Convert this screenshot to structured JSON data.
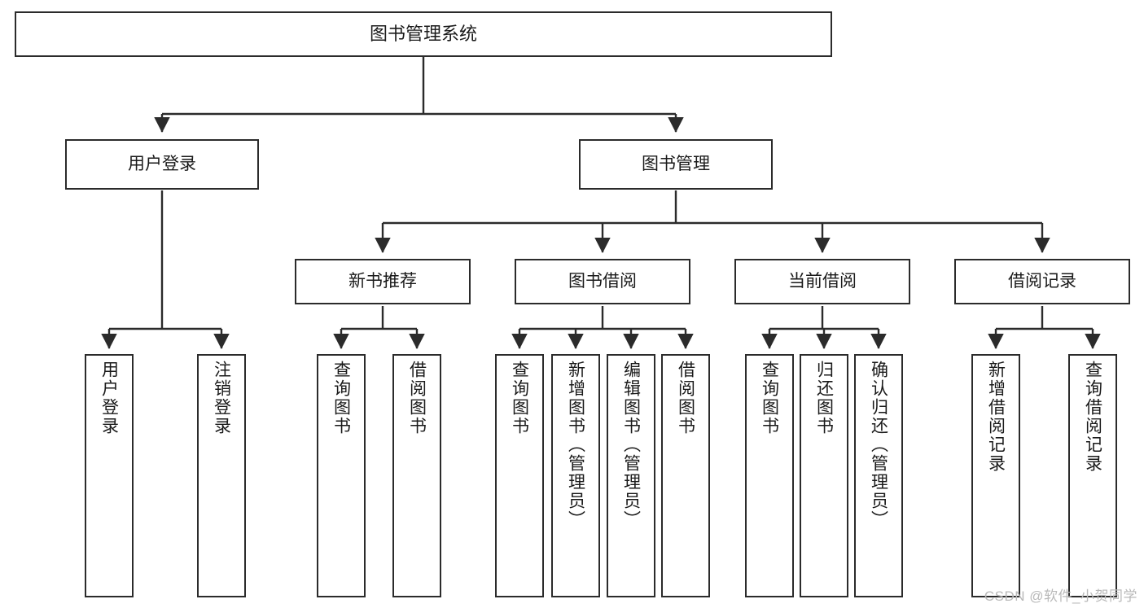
{
  "diagram": {
    "title": "图书管理系统",
    "type": "hierarchy-tree",
    "watermark": "CSDN @软件_小贺同学",
    "colors": {
      "box_border": "#2b2b2b",
      "box_fill": "#ffffff",
      "edge": "#2b2b2b",
      "text": "#1a1a1a",
      "watermark": "#b9b9b9"
    },
    "nodes": {
      "root": {
        "label": "图书管理系统"
      },
      "level2": [
        {
          "label": "用户登录"
        },
        {
          "label": "图书管理"
        }
      ],
      "level3": [
        {
          "label": "新书推荐"
        },
        {
          "label": "图书借阅"
        },
        {
          "label": "当前借阅"
        },
        {
          "label": "借阅记录"
        }
      ],
      "leaves": {
        "user_login": [
          {
            "label": "用户登录"
          },
          {
            "label": "注销登录"
          }
        ],
        "new_book_recommend": [
          {
            "label": "查询图书"
          },
          {
            "label": "借阅图书"
          }
        ],
        "book_borrow": [
          {
            "label": "查询图书"
          },
          {
            "label": "新增图书（管理员）"
          },
          {
            "label": "编辑图书（管理员）"
          },
          {
            "label": "借阅图书"
          }
        ],
        "current_borrow": [
          {
            "label": "查询图书"
          },
          {
            "label": "归还图书"
          },
          {
            "label": "确认归还（管理员）"
          }
        ],
        "borrow_record": [
          {
            "label": "新增借阅记录"
          },
          {
            "label": "查询借阅记录"
          }
        ]
      }
    }
  }
}
